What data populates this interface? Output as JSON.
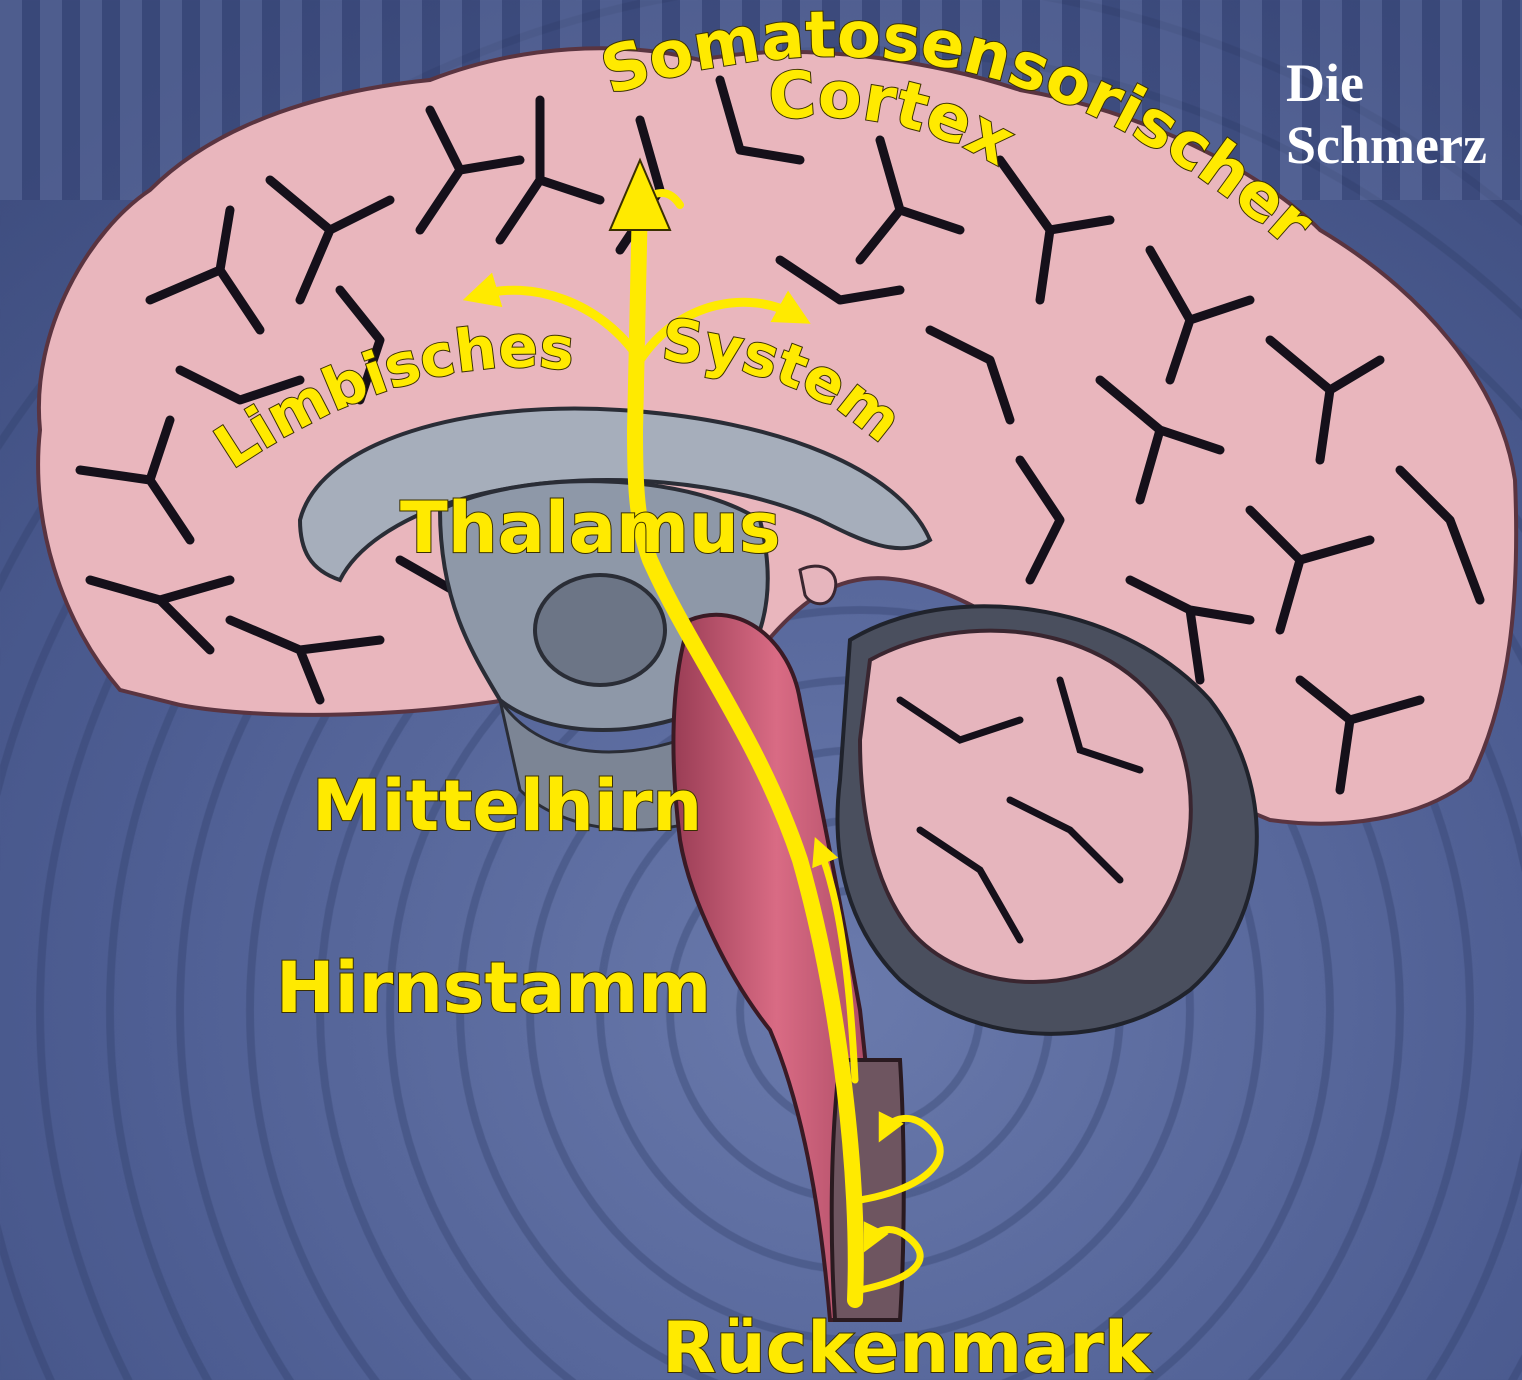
{
  "corner_title": {
    "line1": "Die",
    "line2": "Schmerz"
  },
  "labels": {
    "somatosensory_line1": "Somatosensorischer",
    "somatosensory_line2": "Cortex",
    "limbic_part1": "Limbisches",
    "limbic_part2": "System",
    "thalamus": "Thalamus",
    "midbrain": "Mittelhirn",
    "brainstem": "Hirnstamm",
    "spinal_cord": "Rückenmark"
  },
  "colors": {
    "background": "#4a5a8c",
    "pathway_yellow": "#ffea00",
    "brain_pink": "#eab9bf",
    "brainstem_red": "#c2546e",
    "inner_gray": "#8e98a8"
  }
}
